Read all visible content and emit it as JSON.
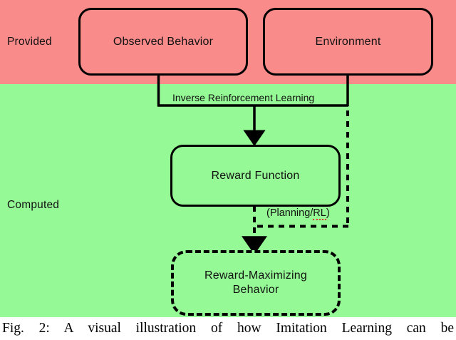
{
  "figure": {
    "caption": "Fig. 2: A visual illustration of how Imitation Learning can be"
  },
  "bands": [
    {
      "name": "provided",
      "label": "Provided",
      "color": "#fa8b8b"
    },
    {
      "name": "computed",
      "label": "Computed",
      "color": "#95fa95"
    }
  ],
  "nodes": {
    "observed_behavior": {
      "label": "Observed Behavior",
      "style": "solid"
    },
    "environment": {
      "label": "Environment",
      "style": "solid"
    },
    "reward_function": {
      "label": "Reward Function",
      "style": "solid"
    },
    "reward_maximizing_behavior": {
      "line1": "Reward-Maximizing",
      "line2": "Behavior",
      "style": "dashed"
    }
  },
  "edges": {
    "irl": {
      "label": "Inverse Reinforcement Learning",
      "from": [
        "Observed Behavior",
        "Environment"
      ],
      "to": "Reward Function",
      "style": "solid"
    },
    "planning_rl": {
      "label_open": "(Planning/",
      "label_underlined": "RL",
      "label_close": ")",
      "label_full": "(Planning/RL)",
      "from": [
        "Reward Function",
        "Environment"
      ],
      "to": "Reward-Maximizing Behavior",
      "style": "dashed"
    }
  },
  "colors": {
    "provided_band": "#fa8b8b",
    "computed_band": "#95fa95",
    "stroke": "#000000",
    "text": "#111111",
    "spellcheck_underline": "#e03b2a"
  }
}
